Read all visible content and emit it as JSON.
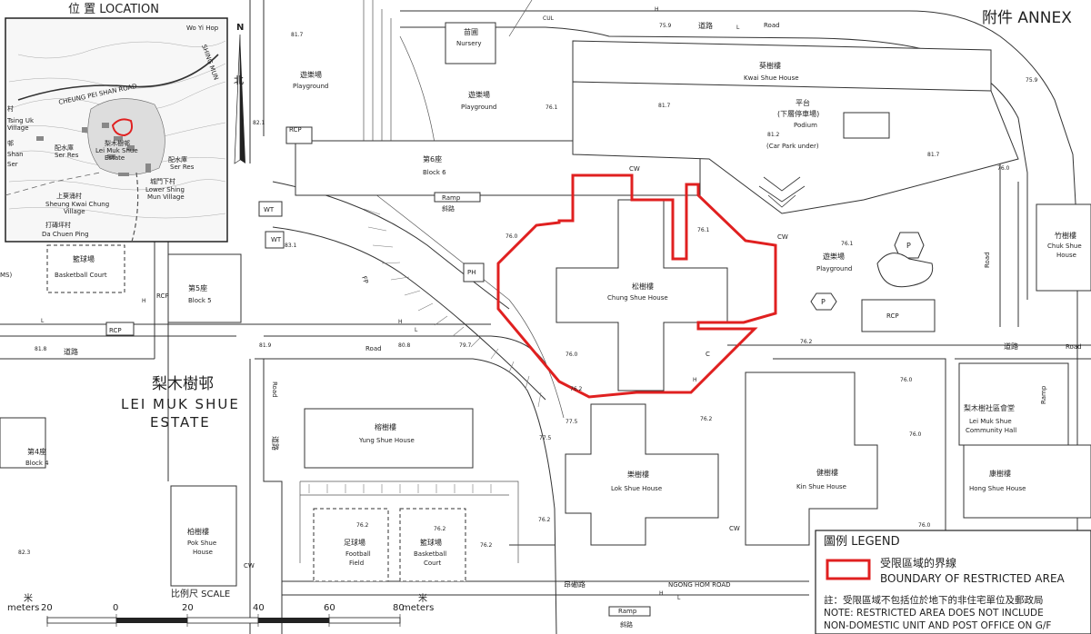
{
  "annex": "附件 ANNEX",
  "inset": {
    "title": "位 置 LOCATION",
    "labels": [
      "Wo Yi Hop",
      "CHEUNG PEI SHAN ROAD",
      "SHING MUN",
      "Tsing Uk",
      "Village",
      "配水庫",
      "Ser Res",
      "梨木樹邨",
      "Lei Muk Shue",
      "Estate",
      "配水庫",
      "Ser Res",
      "城門下村",
      "Lower Shing",
      "Mun Village",
      "上葵涌村",
      "Sheung Kwai Chung",
      "Village",
      "打磚坪村",
      "Da Chuen Ping",
      "邨",
      "Shan",
      "Ser",
      "村"
    ]
  },
  "north_arrow": {
    "letter": "N",
    "chinese": "北"
  },
  "estate": {
    "zh": "梨木樹邨",
    "en_line1": "LEI MUK SHUE",
    "en_line2": "ESTATE"
  },
  "blocks": {
    "block6_zh": "第6座",
    "block6_en": "Block 6",
    "block5_zh": "第5座",
    "block5_en": "Block 5",
    "block4_zh": "第4座",
    "block4_en": "Block 4",
    "chung_zh": "松樹樓",
    "chung_en": "Chung Shue House",
    "yung_zh": "榕樹樓",
    "yung_en": "Yung Shue House",
    "lok_zh": "樂樹樓",
    "lok_en": "Lok Shue House",
    "kin_zh": "健樹樓",
    "kin_en": "Kin Shue House",
    "pok_zh": "柏樹樓",
    "pok_en_1": "Pok Shue",
    "pok_en_2": "House",
    "kwai_zh": "葵樹樓",
    "kwai_en": "Kwai Shue House",
    "chuk_zh": "竹樹樓",
    "chuk_en_1": "Chuk Shue",
    "chuk_en_2": "House",
    "hong_zh": "康樹樓",
    "hong_en": "Hong Shue House",
    "hall_zh": "梨木樹社區會堂",
    "hall_en_1": "Lei Muk Shue",
    "hall_en_2": "Community Hall"
  },
  "facilities": {
    "nursery_zh": "苗圃",
    "nursery_en": "Nursery",
    "play_zh": "遊樂場",
    "play_en": "Playground",
    "podium_zh": "平台",
    "podium_zh2": "(下層停車場)",
    "podium_en": "Podium",
    "podium_en2": "(Car Park under)",
    "basket_zh": "籃球場",
    "basket_en": "Basketball Court",
    "basket_en_1": "Basketball",
    "basket_en_2": "Court",
    "football_zh": "足球場",
    "football_en_1": "Football",
    "football_en_2": "Field",
    "ramp_en": "Ramp",
    "ramp_zh": "斜路",
    "rcp": "RCP",
    "wt": "WT",
    "ph": "PH",
    "p": "P",
    "cw": "CW",
    "h": "H",
    "l": "L",
    "fp": "FP",
    "cul": "CUL",
    "ms": "MS)",
    "c": "C"
  },
  "roads": {
    "road_zh": "道路",
    "road_en": "Road",
    "ngong_zh": "昂磡路",
    "ngong_en": "NGONG HOM ROAD",
    "road_zh_v": "道路",
    "road_en_v": "Road"
  },
  "spot_heights": [
    "81.7",
    "76.1",
    "81.7",
    "81.2",
    "81.7",
    "75.9",
    "75.9",
    "76.0",
    "82.1",
    "76.0",
    "76.1",
    "76.1",
    "83.1",
    "81.9",
    "80.8",
    "79.7",
    "76.2",
    "81.8",
    "76.0",
    "76.2",
    "77.5",
    "77.5",
    "76.2",
    "76.2",
    "76.2",
    "76.2",
    "76.0",
    "82.3",
    "76.0",
    "76.2",
    "76.0"
  ],
  "scale": {
    "title": "比例尺  SCALE",
    "unit_zh": "米",
    "unit_en": "meters",
    "left_value": "20",
    "ticks": [
      "0",
      "20",
      "40",
      "60",
      "80"
    ]
  },
  "legend": {
    "title": "圖例 LEGEND",
    "item_zh": "受限區域的界線",
    "item_en": "BOUNDARY OF RESTRICTED AREA",
    "note_zh": "註：受限區域不包括位於地下的非住宅單位及郵政局",
    "note_en1": "NOTE: RESTRICTED AREA DOES NOT INCLUDE",
    "note_en2": "NON-DOMESTIC UNIT AND POST OFFICE ON G/F",
    "boundary_color": "#e02020"
  }
}
